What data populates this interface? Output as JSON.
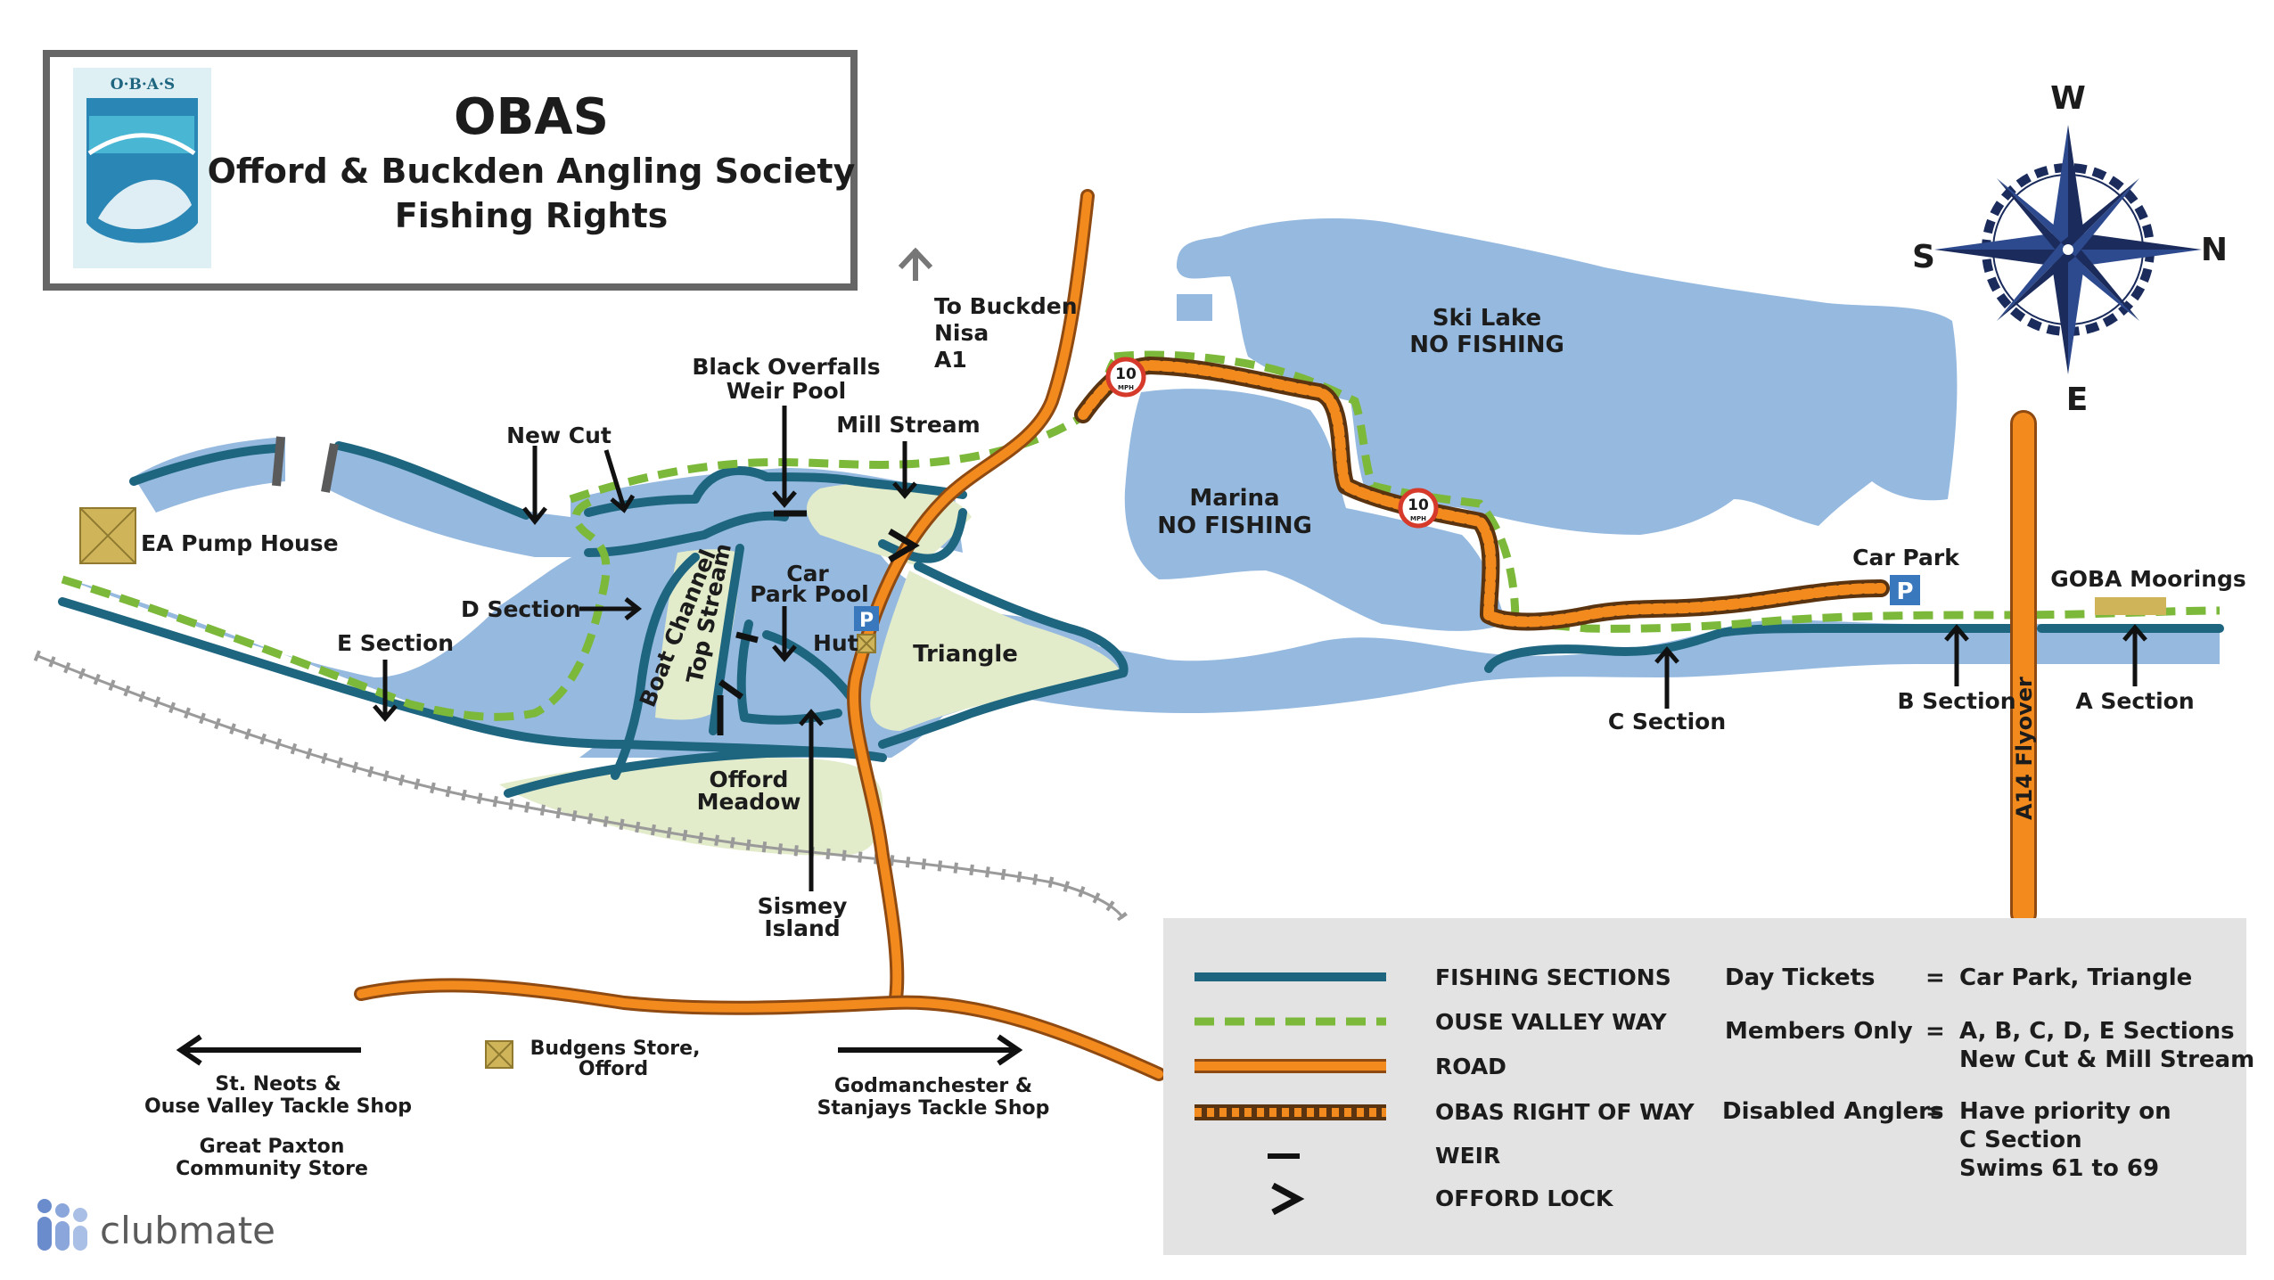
{
  "header": {
    "logo_text": "O·B·A·S",
    "title": "OBAS",
    "subtitle_1": "Offord & Buckden Angling Society",
    "subtitle_2": "Fishing Rights"
  },
  "compass": {
    "north": "W",
    "east": "N",
    "south": "E",
    "west": "S"
  },
  "places": {
    "ea_pump_house": "EA Pump House",
    "to_buckden_1": "To Buckden",
    "to_buckden_2": "Nisa",
    "to_buckden_3": "A1",
    "black_overfalls_1": "Black Overfalls",
    "black_overfalls_2": "Weir Pool",
    "new_cut": "New Cut",
    "mill_stream": "Mill Stream",
    "d_section": "D Section",
    "e_section": "E Section",
    "boat_channel": "Boat Channel",
    "top_stream": "Top Stream",
    "car_park_pool_1": "Car",
    "car_park_pool_2": "Park Pool",
    "hut": "Hut",
    "triangle": "Triangle",
    "offord_meadow_1": "Offord",
    "offord_meadow_2": "Meadow",
    "sismey_island_1": "Sismey",
    "sismey_island_2": "Island",
    "ski_lake_1": "Ski Lake",
    "ski_lake_2": "NO FISHING",
    "marina_1": "Marina",
    "marina_2": "NO FISHING",
    "car_park": "Car Park",
    "goba_moorings": "GOBA Moorings",
    "a14_flyover": "A14 Flyover",
    "a_section": "A Section",
    "b_section": "B Section",
    "c_section": "C Section",
    "budgens_1": "Budgens Store,",
    "budgens_2": "Offord",
    "st_neots_1": "St. Neots &",
    "st_neots_2": "Ouse Valley Tackle Shop",
    "great_paxton_1": "Great Paxton",
    "great_paxton_2": "Community Store",
    "godmanchester_1": "Godmanchester &",
    "godmanchester_2": "Stanjays Tackle Shop",
    "speed_limit": "10",
    "speed_unit": "MPH",
    "parking_symbol": "P"
  },
  "legend": {
    "fishing_sections": "FISHING SECTIONS",
    "ouse_valley_way": "OUSE VALLEY WAY",
    "road": "ROAD",
    "right_of_way": "OBAS RIGHT OF WAY",
    "weir": "WEIR",
    "lock": "OFFORD LOCK",
    "day_tickets_label": "Day Tickets",
    "day_tickets_eq": "=",
    "day_tickets_value": "Car Park, Triangle",
    "members_label": "Members Only",
    "members_eq": "=",
    "members_value_1": "A, B, C, D, E Sections",
    "members_value_2": "New Cut & Mill Stream",
    "disabled_label": "Disabled Anglers",
    "disabled_eq": "=",
    "disabled_value_1": "Have priority on",
    "disabled_value_2": "C Section",
    "disabled_value_3": "Swims 61 to 69"
  },
  "branding": {
    "text": "clubmate"
  },
  "colors": {
    "water": "#95b9df",
    "land_green": "#e2ebca",
    "fishing": "#1e6580",
    "path": "#7cb83a",
    "road": "#f28a1e",
    "road_edge": "#8f4a12",
    "legend_bg": "#e3e3e3",
    "hut": "#cfb45a",
    "parking": "#3a78bd"
  },
  "icons": [
    "compass-rose-icon",
    "parking-icon",
    "hut-icon",
    "pump-house-icon",
    "speed-limit-icon",
    "railway-icon",
    "weir-icon",
    "lock-icon",
    "arrow-icon",
    "clubmate-logo-icon",
    "obas-logo-icon"
  ]
}
